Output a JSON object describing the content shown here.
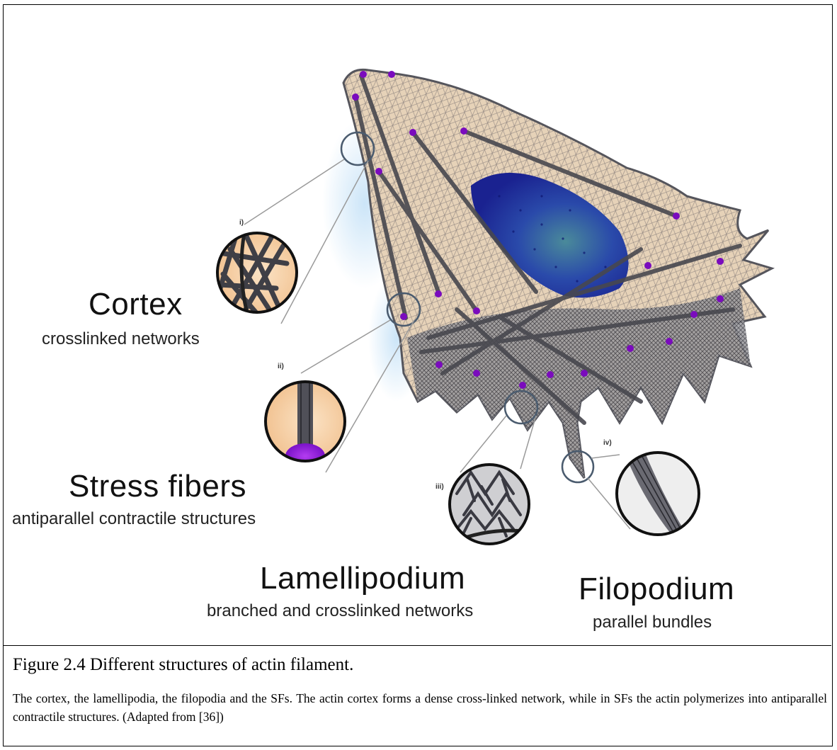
{
  "figure": {
    "labels": {
      "cortex": {
        "title": "Cortex",
        "subtitle": "crosslinked networks",
        "numeral": "i)"
      },
      "stress_fibers": {
        "title": "Stress fibers",
        "subtitle": "antiparallel contractile structures",
        "numeral": "ii)"
      },
      "lamellipodium": {
        "title": "Lamellipodium",
        "subtitle": "branched and crosslinked networks",
        "numeral": "iii)"
      },
      "filopodium": {
        "title": "Filopodium",
        "subtitle": "parallel bundles",
        "numeral": "iv)"
      }
    },
    "colors": {
      "cell_body": "#e6d2b8",
      "mesh": "#4a4a52",
      "nucleus": "#1e2f9a",
      "focal_adhesion": "#7a0bbd",
      "inset_background": "#f3c79a",
      "highlight_glow": "#cfe6f7"
    }
  },
  "caption": {
    "title": "Figure 2.4 Different structures of actin filament.",
    "body": "The cortex, the lamellipodia, the filopodia and the SFs. The actin cortex forms a dense cross-linked network, while in SFs the actin polymerizes into antiparallel contractile structures. (Adapted from [36])"
  }
}
